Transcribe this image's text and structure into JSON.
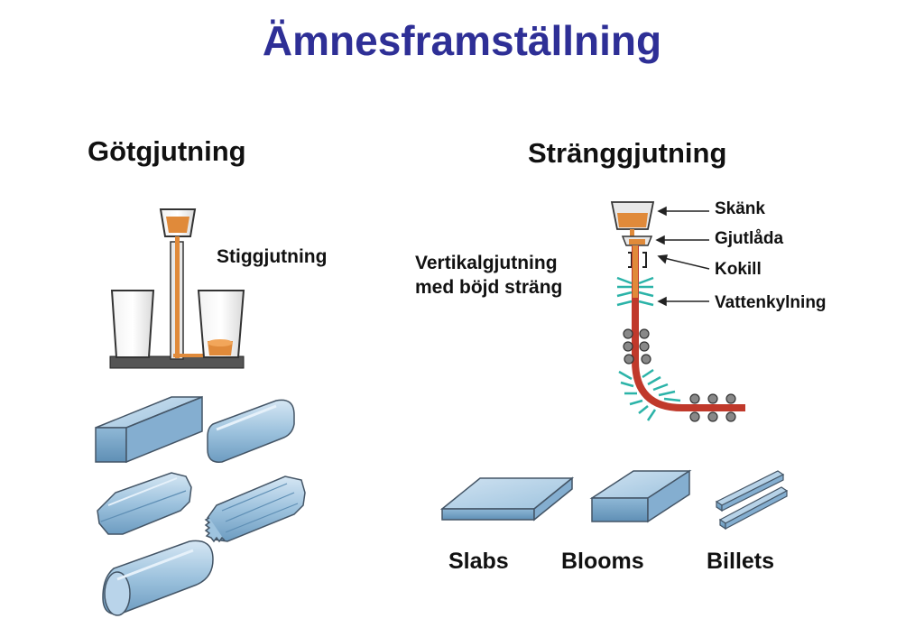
{
  "title": "Ämnesframställning",
  "left": {
    "heading": "Götgjutning",
    "method_label": "Stiggjutning"
  },
  "right": {
    "heading": "Stränggjutning",
    "method_label_line1": "Vertikalgjutning",
    "method_label_line2": "med böjd sträng",
    "parts": {
      "ladle": "Skänk",
      "tundish": "Gjutlåda",
      "mould": "Kokill",
      "cooling": "Vattenkylning"
    },
    "products": {
      "slabs": "Slabs",
      "blooms": "Blooms",
      "billets": "Billets"
    }
  },
  "colors": {
    "title": "#2e2f96",
    "molten_steel": "#e08a3a",
    "strand": "#c0392b",
    "water_spray": "#2bb3a8",
    "steel_blue": "#9ec3de"
  }
}
